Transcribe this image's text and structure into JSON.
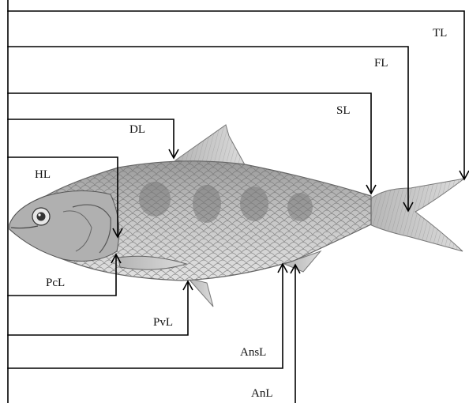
{
  "measurements": {
    "TL": "TL",
    "FL": "FL",
    "SL": "SL",
    "DL": "DL",
    "HL": "HL",
    "PcL": "PcL",
    "PvL": "PvL",
    "AnsL": "AnsL",
    "AnL": "AnL"
  },
  "colors": {
    "line": "#000000",
    "fish_body": "#bdbdbd",
    "fish_band": "#8a8a8a",
    "background": "#ffffff"
  }
}
